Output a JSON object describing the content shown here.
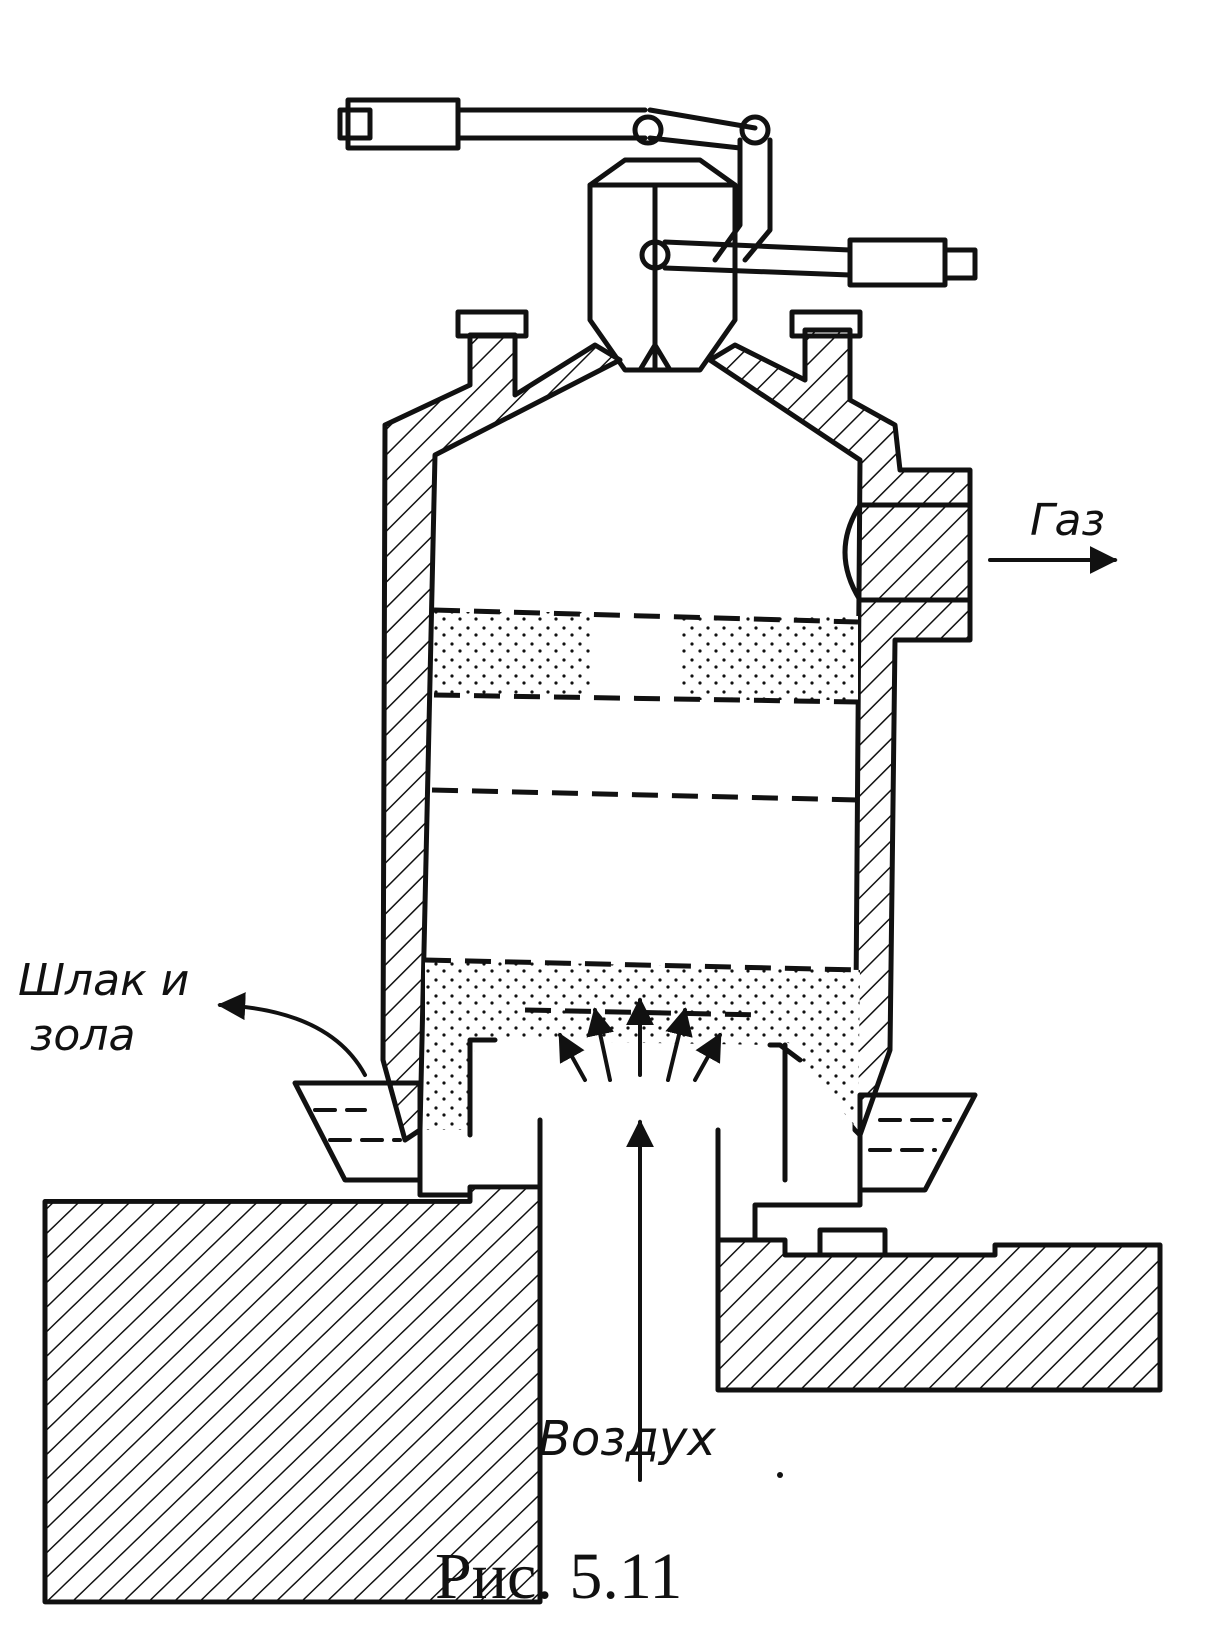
{
  "labels": {
    "gas": "Газ",
    "slag_line1": "Шлак и",
    "slag_line2": "зола",
    "air": "Воздух"
  },
  "caption": "Рис.  5.11",
  "colors": {
    "ink": "#111111",
    "background": "#ffffff"
  }
}
